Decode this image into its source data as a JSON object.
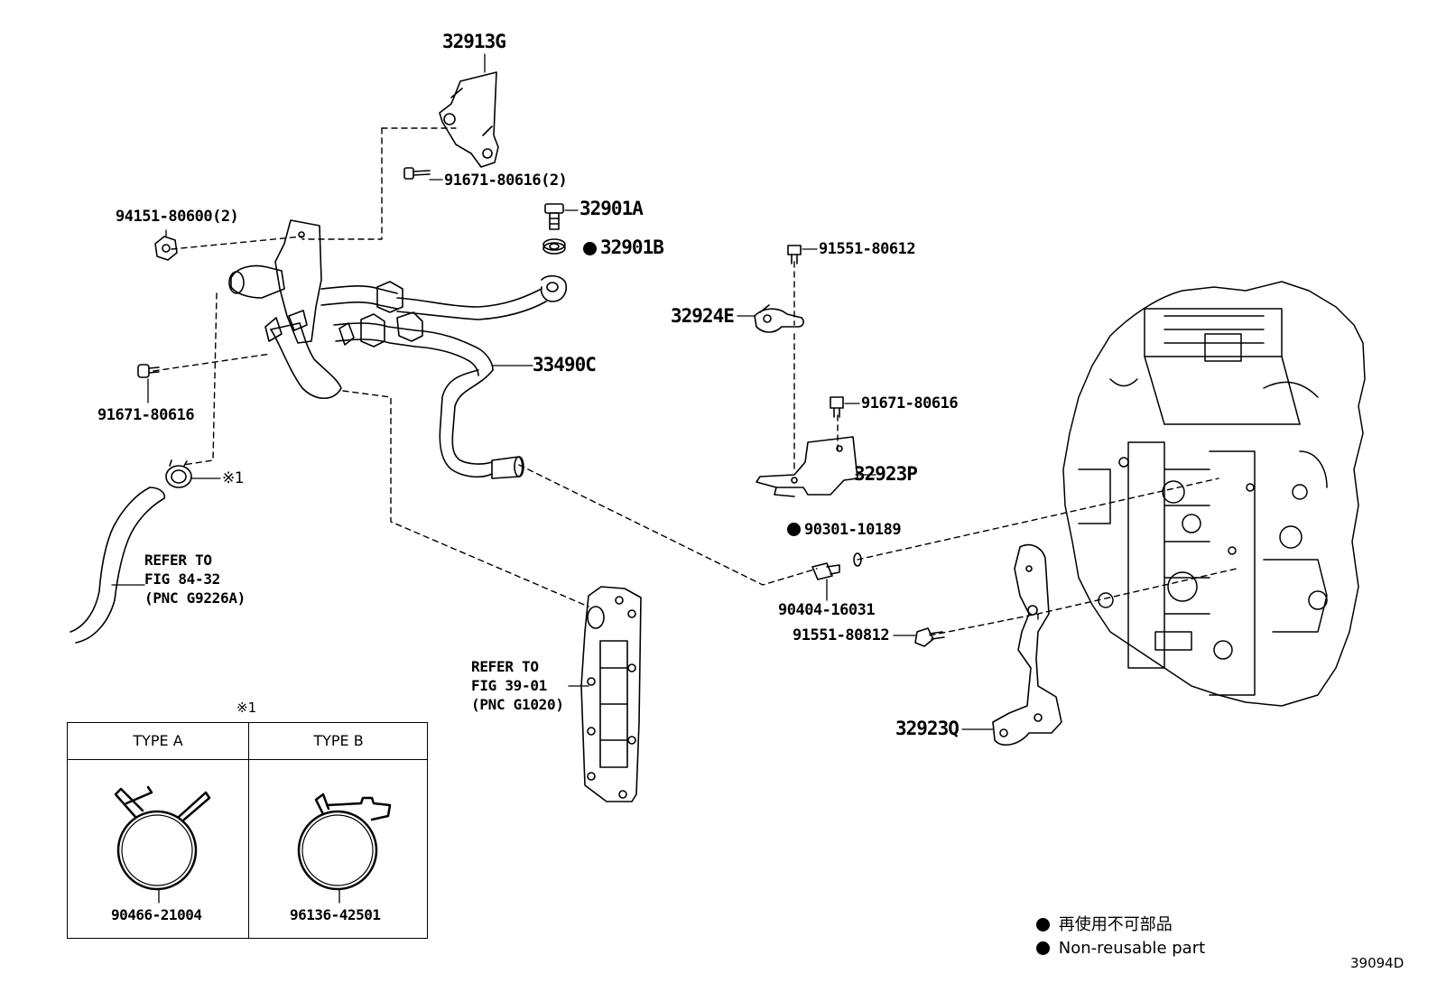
{
  "parts": {
    "p32913G": "32913G",
    "p91671_80616_2": "91671-80616(2)",
    "p32901A": "32901A",
    "p32901B": "32901B",
    "p94151_80600_2": "94151-80600(2)",
    "p91671_80616_left": "91671-80616",
    "p33490C": "33490C",
    "p91551_80612": "91551-80612",
    "p32924E": "32924E",
    "p91671_80616_right": "91671-80616",
    "p32923P": "32923P",
    "p90301_10189": "90301-10189",
    "p90404_16031": "90404-16031",
    "p91551_80812": "91551-80812",
    "p32923Q": "32923Q",
    "mark1": "※1"
  },
  "refer_left": {
    "line1": "REFER TO",
    "line2": "FIG 84-32",
    "line3": "(PNC G9226A)"
  },
  "refer_center": {
    "line1": "REFER TO",
    "line2": "FIG 39-01",
    "line3": "(PNC G1020)"
  },
  "clamp_table": {
    "mark": "※1",
    "type_a": "TYPE A",
    "type_b": "TYPE B",
    "part_a": "90466-21004",
    "part_b": "96136-42501"
  },
  "legend": {
    "jp": "再使用不可部品",
    "en": "Non-reusable part"
  },
  "figure_id": "39094D"
}
